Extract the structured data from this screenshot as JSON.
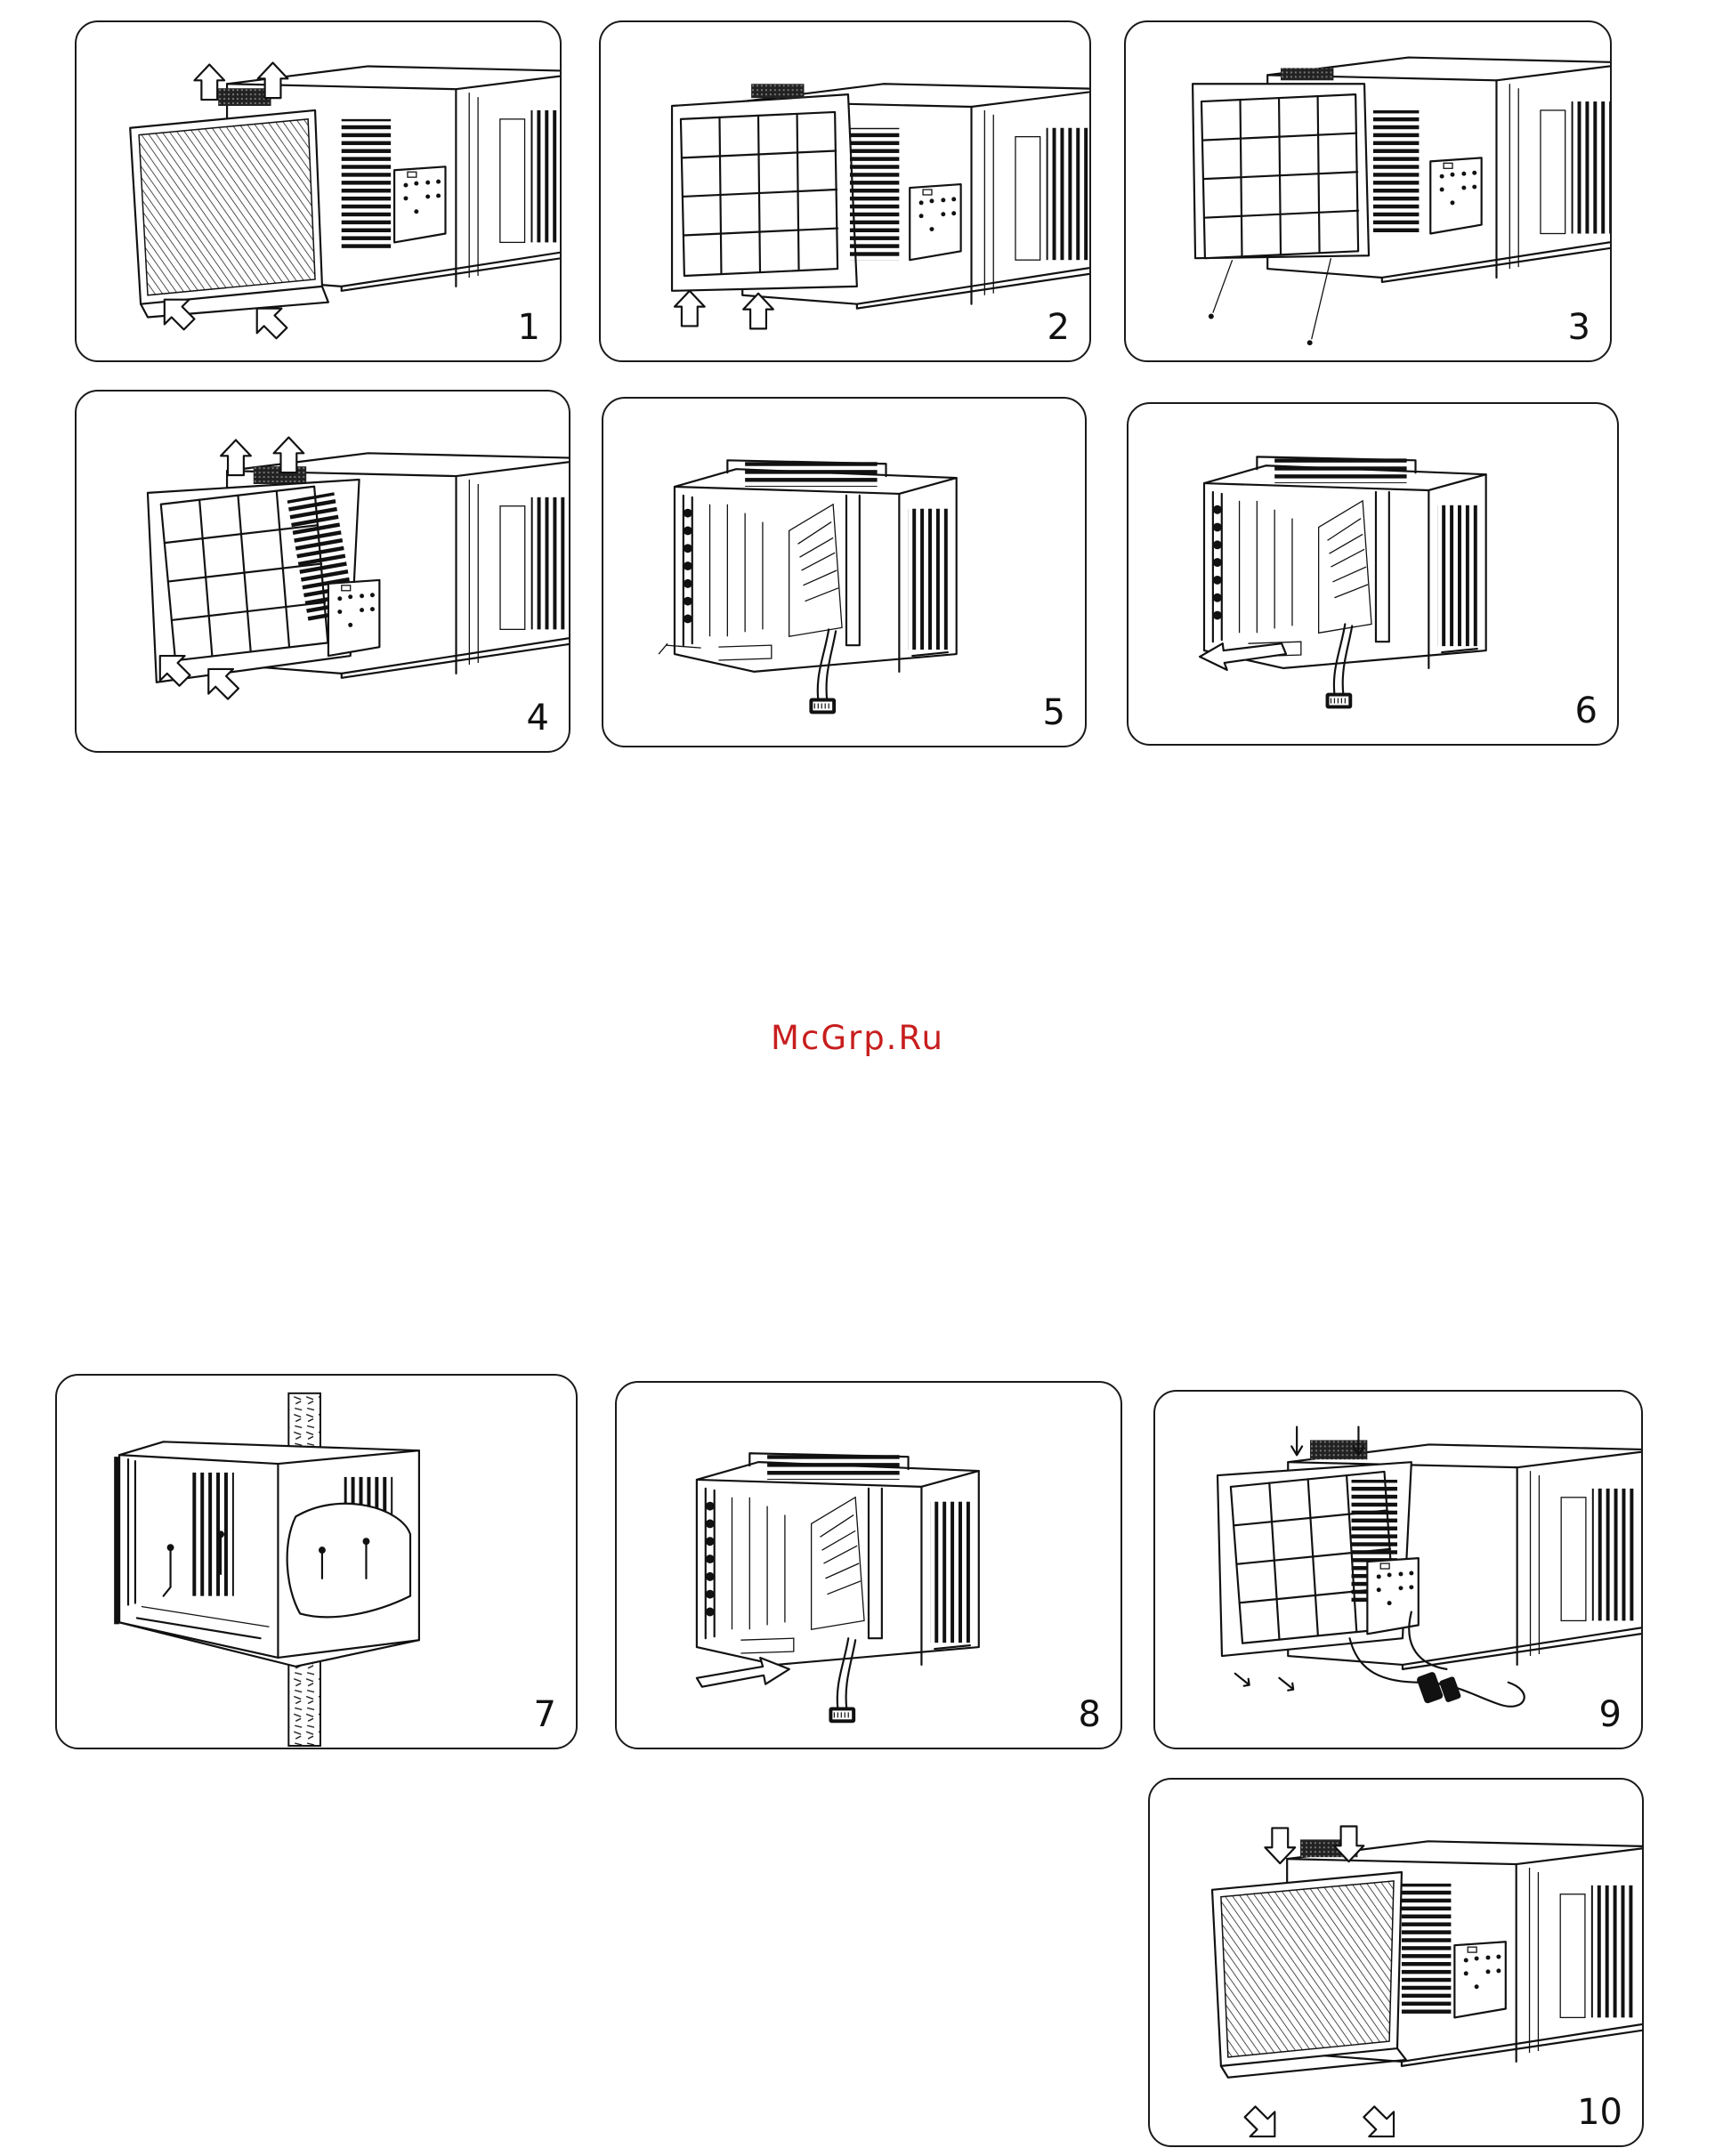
{
  "watermark": "McGrp.Ru",
  "steps": [
    {
      "number": "1",
      "action": "remove-front-panel",
      "arrow_icon": "outline-arrow-icon"
    },
    {
      "number": "2",
      "action": "lift-filter",
      "arrow_icon": "outline-arrow-icon"
    },
    {
      "number": "3",
      "action": "remove-screws",
      "arrow_icon": "screw-icon"
    },
    {
      "number": "4",
      "action": "remove-front-frame",
      "arrow_icon": "outline-arrow-icon"
    },
    {
      "number": "5",
      "action": "disconnect-cable",
      "arrow_icon": "cable-connector-icon"
    },
    {
      "number": "6",
      "action": "slide-chassis-out",
      "arrow_icon": "wide-arrow-icon"
    },
    {
      "number": "7",
      "action": "fix-cabinet-to-wall",
      "arrow_icon": "wall-icon"
    },
    {
      "number": "8",
      "action": "slide-chassis-in",
      "arrow_icon": "wide-arrow-icon"
    },
    {
      "number": "9",
      "action": "reinstall-front-frame",
      "arrow_icon": "cable-plug-icon"
    },
    {
      "number": "10",
      "action": "reinstall-front-panel",
      "arrow_icon": "outline-arrow-icon"
    }
  ]
}
